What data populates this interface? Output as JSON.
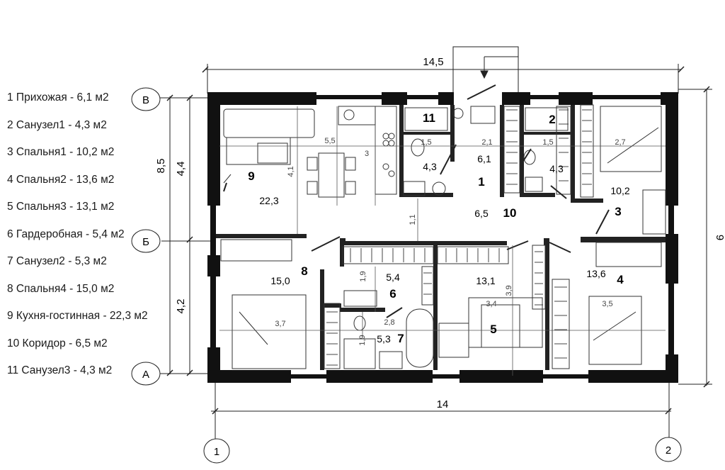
{
  "legend": [
    "1 Прихожая - 6,1 м2",
    "2 Санузел1 - 4,3 м2",
    "3 Спальня1 - 10,2 м2",
    "4 Спальня2 - 13,6 м2",
    "5 Спальня3 - 13,1 м2",
    "6 Гардеробная - 5,4 м2",
    "7 Санузел2 - 5,3 м2",
    "8 Спальня4 - 15,0 м2",
    "9 Кухня-гостинная - 22,3 м2",
    "10 Коридор - 6,5 м2",
    "11 Санузел3 - 4,3 м2"
  ],
  "axes": {
    "b": "В",
    "be": "Б",
    "a": "А",
    "one": "1",
    "two": "2"
  },
  "dimensions": {
    "top": "14,5",
    "bottom": "14",
    "left_total": "8,5",
    "left_upper": "4,4",
    "left_lower": "4,2",
    "right": "9"
  },
  "room_numbers": {
    "r1": "1",
    "r2": "2",
    "r3": "3",
    "r4": "4",
    "r5": "5",
    "r6": "6",
    "r7": "7",
    "r8": "8",
    "r9": "9",
    "r10": "10",
    "r11": "11"
  },
  "room_areas": {
    "a9": "22,3",
    "a11": "4,3",
    "a1": "6,1",
    "a2": "4,3",
    "a3": "10,2",
    "a10": "6,5",
    "a8": "15,0",
    "a6": "5,4",
    "a7": "5,3",
    "a5": "13,1",
    "a4": "13,6"
  },
  "inner_dims": {
    "d55": "5,5",
    "d3": "3",
    "d41": "4,1",
    "d15a": "1,5",
    "d21": "2,1",
    "d15b": "1,5",
    "d27": "2,7",
    "d11": "1,1",
    "d19": "1,9",
    "d28": "2,8",
    "d19b": "1,9",
    "d34": "3,4",
    "d39": "3,9",
    "d35": "3,5",
    "d37": "3,7"
  }
}
